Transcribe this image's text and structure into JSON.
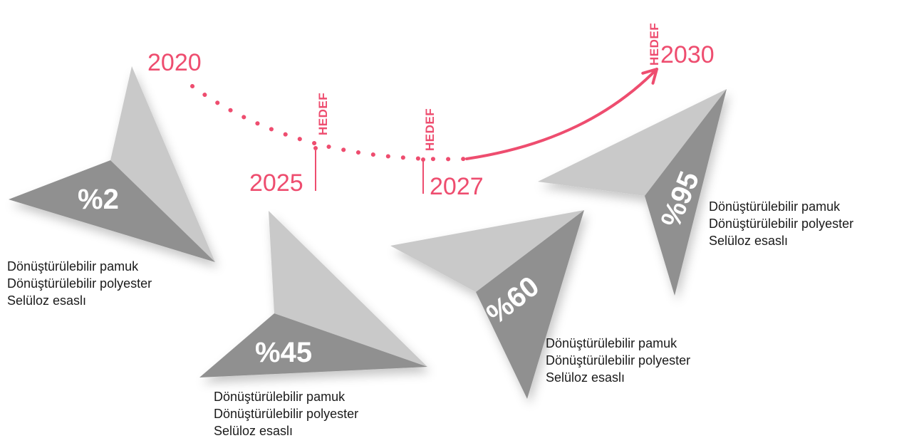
{
  "colors": {
    "accent": "#ee4d6f",
    "plane_light": "#c4c4c4",
    "plane_dark": "#8f8f8f",
    "text": "#1a1a1a"
  },
  "timeline": {
    "years": [
      "2020",
      "2025",
      "2027",
      "2030"
    ],
    "marker_label": "HEDEF"
  },
  "planes": [
    {
      "percent": "%2",
      "materials": [
        "Dönüştürülebilir pamuk",
        "Dönüştürülebilir polyester",
        "Selüloz esaslı"
      ]
    },
    {
      "percent": "%45",
      "materials": [
        "Dönüştürülebilir pamuk",
        "Dönüştürülebilir polyester",
        "Selüloz esaslı"
      ]
    },
    {
      "percent": "%60",
      "materials": [
        "Dönüştürülebilir pamuk",
        "Dönüştürülebilir polyester",
        "Selüloz esaslı"
      ]
    },
    {
      "percent": "%95",
      "materials": [
        "Dönüştürülebilir pamuk",
        "Dönüştürülebilir polyester",
        "Selüloz esaslı"
      ]
    }
  ]
}
